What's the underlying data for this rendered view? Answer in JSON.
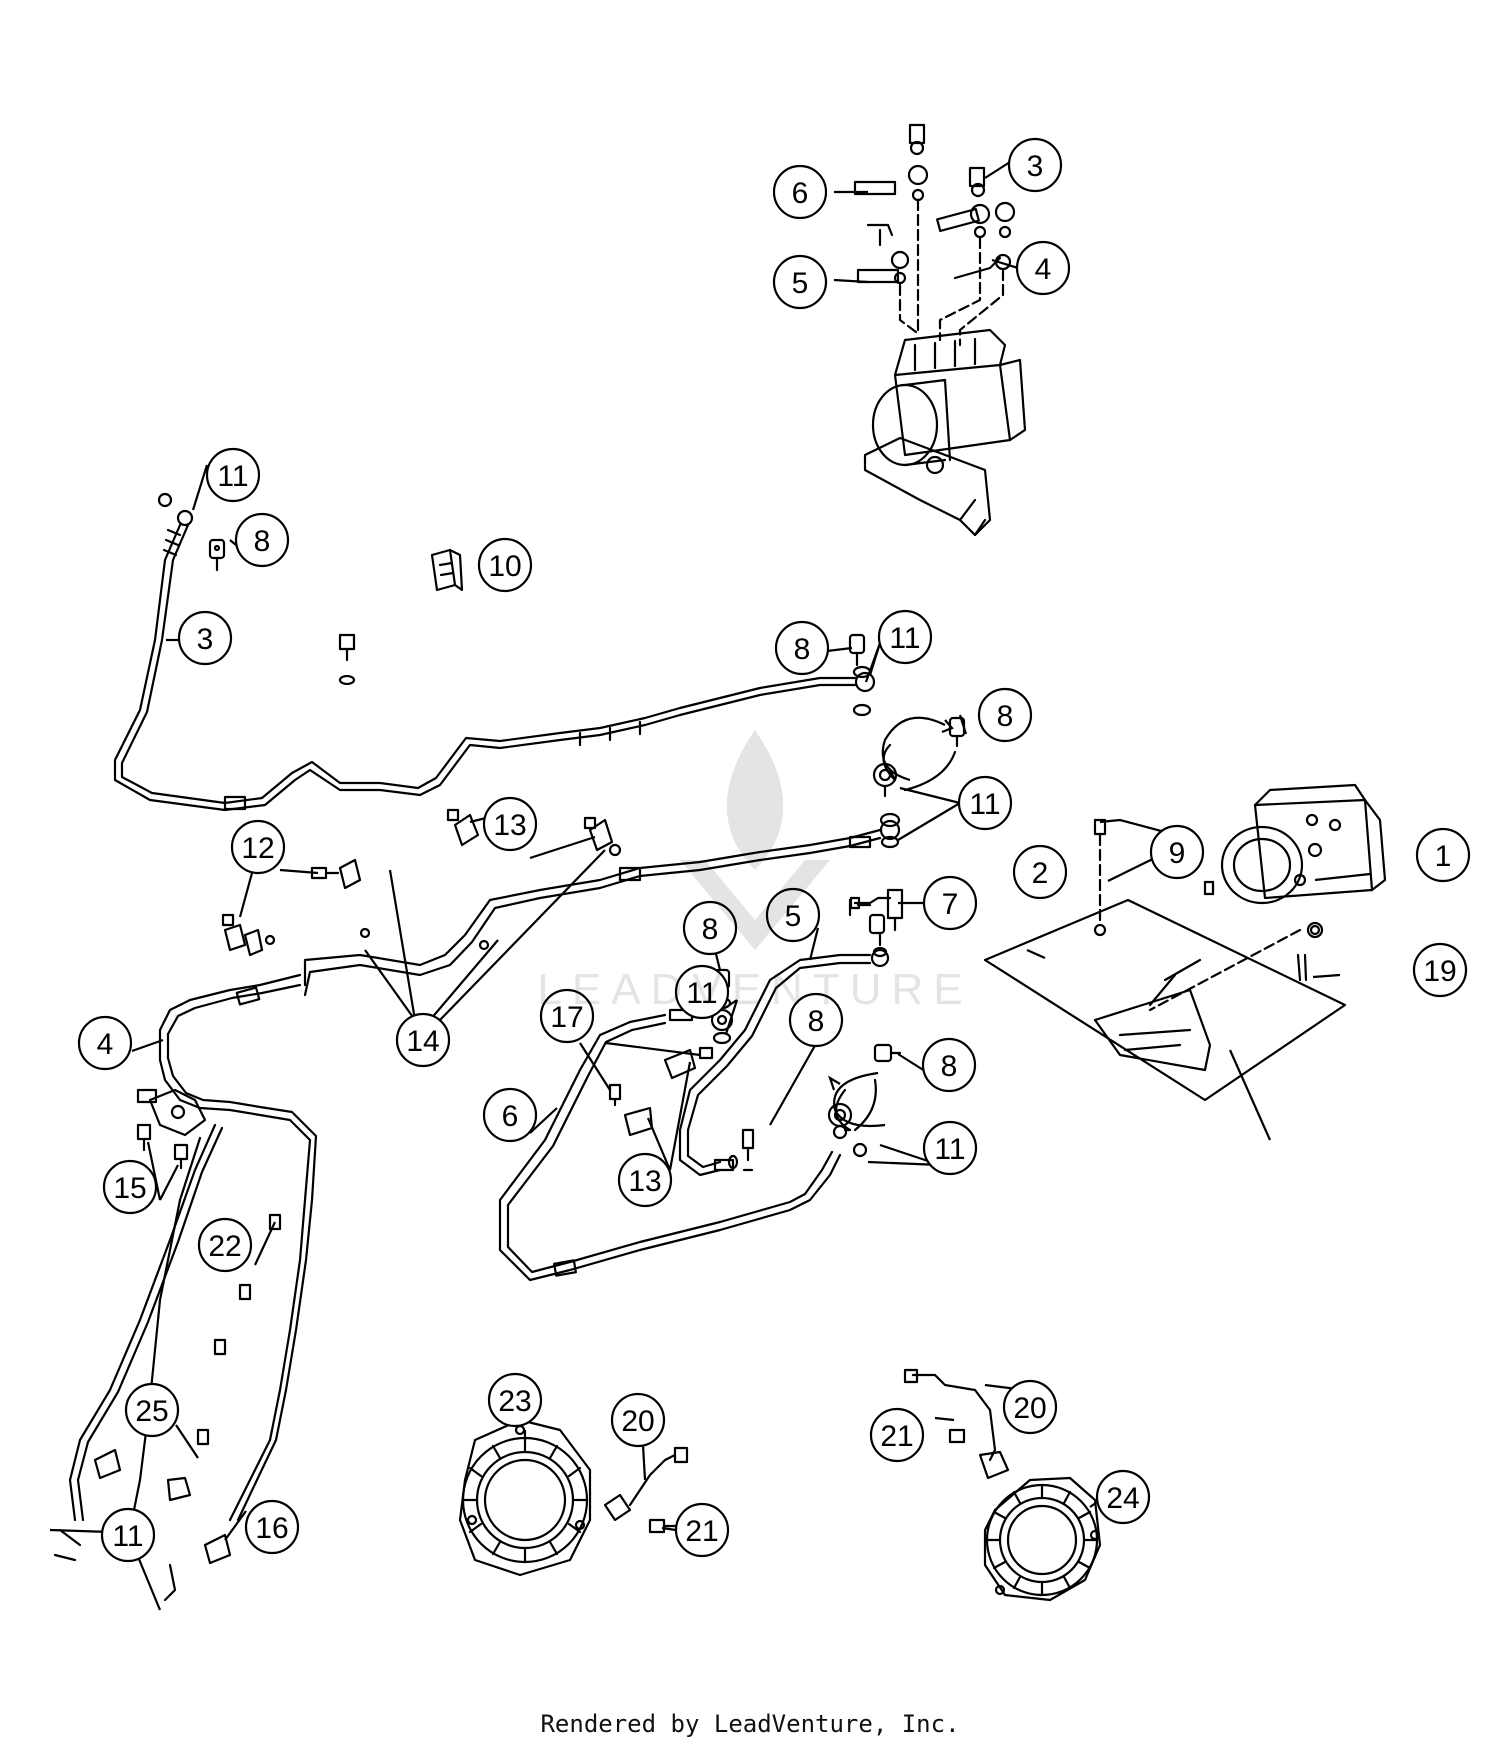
{
  "footer": {
    "text": "Rendered by LeadVenture, Inc."
  },
  "watermark": {
    "text": "LEADVENTURE"
  },
  "callouts": [
    {
      "id": "c6-top",
      "label": "6"
    },
    {
      "id": "c3-top",
      "label": "3"
    },
    {
      "id": "c5-top",
      "label": "5"
    },
    {
      "id": "c4-top",
      "label": "4"
    },
    {
      "id": "c11-a",
      "label": "11"
    },
    {
      "id": "c8-a",
      "label": "8"
    },
    {
      "id": "c10",
      "label": "10"
    },
    {
      "id": "c3-mid",
      "label": "3"
    },
    {
      "id": "c8-b",
      "label": "8"
    },
    {
      "id": "c11-b",
      "label": "11"
    },
    {
      "id": "c8-c",
      "label": "8"
    },
    {
      "id": "c11-c",
      "label": "11"
    },
    {
      "id": "c13-a",
      "label": "13"
    },
    {
      "id": "c12",
      "label": "12"
    },
    {
      "id": "c9",
      "label": "9"
    },
    {
      "id": "c1",
      "label": "1"
    },
    {
      "id": "c2",
      "label": "2"
    },
    {
      "id": "c7",
      "label": "7"
    },
    {
      "id": "c5-mid",
      "label": "5"
    },
    {
      "id": "c8-d",
      "label": "8"
    },
    {
      "id": "c19",
      "label": "19"
    },
    {
      "id": "c11-d",
      "label": "11"
    },
    {
      "id": "c14",
      "label": "14"
    },
    {
      "id": "c4-mid",
      "label": "4"
    },
    {
      "id": "c17",
      "label": "17"
    },
    {
      "id": "c8-e",
      "label": "8"
    },
    {
      "id": "c8-f",
      "label": "8"
    },
    {
      "id": "c6-mid",
      "label": "6"
    },
    {
      "id": "c11-e",
      "label": "11"
    },
    {
      "id": "c13-b",
      "label": "13"
    },
    {
      "id": "c15",
      "label": "15"
    },
    {
      "id": "c22",
      "label": "22"
    },
    {
      "id": "c23",
      "label": "23"
    },
    {
      "id": "c20-a",
      "label": "20"
    },
    {
      "id": "c20-b",
      "label": "20"
    },
    {
      "id": "c21-a",
      "label": "21"
    },
    {
      "id": "c25",
      "label": "25"
    },
    {
      "id": "c24",
      "label": "24"
    },
    {
      "id": "c16",
      "label": "16"
    },
    {
      "id": "c21-b",
      "label": "21"
    },
    {
      "id": "c11-f",
      "label": "11"
    }
  ]
}
